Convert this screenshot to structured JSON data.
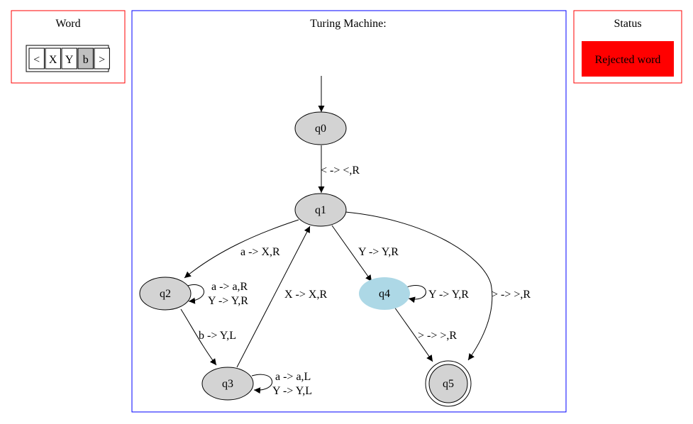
{
  "word_panel": {
    "title": "Word",
    "tape": [
      "<",
      "X",
      "Y",
      "b",
      ">"
    ],
    "head_index": 3,
    "border_color": "#ff0000",
    "head_fill": "#c0c0c0"
  },
  "machine_panel": {
    "title": "Turing Machine:",
    "border_color": "#0000ff",
    "states": [
      {
        "id": "q0",
        "label": "q0",
        "fill": "#d3d3d3",
        "accepting": false
      },
      {
        "id": "q1",
        "label": "q1",
        "fill": "#d3d3d3",
        "accepting": false
      },
      {
        "id": "q2",
        "label": "q2",
        "fill": "#d3d3d3",
        "accepting": false
      },
      {
        "id": "q3",
        "label": "q3",
        "fill": "#d3d3d3",
        "accepting": false
      },
      {
        "id": "q4",
        "label": "q4",
        "fill": "#add8e6",
        "accepting": false,
        "current": true
      },
      {
        "id": "q5",
        "label": "q5",
        "fill": "#d3d3d3",
        "accepting": true
      }
    ],
    "transitions": {
      "q0_q1": "< -> <,R",
      "q1_q2": "a -> X,R",
      "q1_q4": "Y -> Y,R",
      "q1_q5": "> -> >,R",
      "q2_loop": [
        "a -> a,R",
        "Y -> Y,R"
      ],
      "q2_q3": "b -> Y,L",
      "q3_q1": "X -> X,R",
      "q3_loop": [
        "a -> a,L",
        "Y -> Y,L"
      ],
      "q4_loop": "Y -> Y,R",
      "q4_q5": "> -> >,R"
    }
  },
  "status_panel": {
    "title": "Status",
    "message": "Rejected word",
    "border_color": "#ff0000",
    "message_fill": "#ff0000"
  }
}
